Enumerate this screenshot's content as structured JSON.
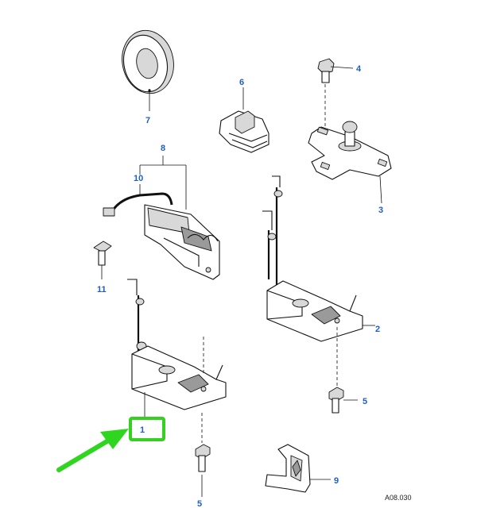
{
  "callouts": {
    "c1": "1",
    "c2": "2",
    "c3": "3",
    "c4": "4",
    "c5a": "5",
    "c5b": "5",
    "c6": "6",
    "c7": "7",
    "c8": "8",
    "c9": "9",
    "c10": "10",
    "c11": "11"
  },
  "reference_code": "A08.030",
  "colors": {
    "callout_text": "#1f5fbf",
    "highlight_box": "#35d020",
    "arrow": "#2fd61f"
  }
}
